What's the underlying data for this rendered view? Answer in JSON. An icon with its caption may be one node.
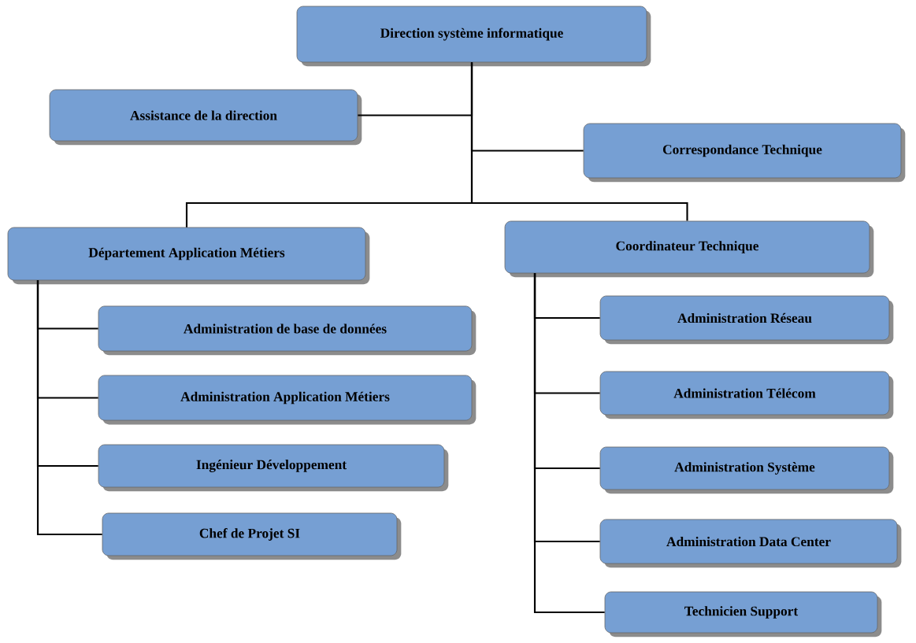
{
  "diagram": {
    "nodes": [
      {
        "text": [
          "Direction système informatique"
        ]
      },
      {
        "text": [
          "Assistance de la direction"
        ]
      },
      {
        "text": [
          "Correspondance Technique"
        ]
      },
      {
        "text": [
          "Département Application Métiers"
        ]
      },
      {
        "text": [
          "Coordinateur Technique"
        ]
      },
      {
        "text": [
          "Administration de base de données"
        ]
      },
      {
        "text": [
          "Administration Application Métiers"
        ]
      },
      {
        "text": [
          "Ingénieur Développement"
        ]
      },
      {
        "text": [
          "Chef de Projet SI"
        ]
      },
      {
        "text": [
          "Administration Réseau"
        ]
      },
      {
        "text": [
          "Administration Télécom"
        ]
      },
      {
        "text": [
          "Administration Système"
        ]
      },
      {
        "text": [
          "Administration Data Center"
        ]
      },
      {
        "text": [
          "Technicien Support"
        ]
      }
    ],
    "edges": [
      {
        "from": 0,
        "to": 1,
        "arrow": "none"
      },
      {
        "from": 0,
        "to": 2,
        "arrow": "none"
      },
      {
        "from": 0,
        "to": 3,
        "arrow": "none"
      },
      {
        "from": 0,
        "to": 4,
        "arrow": "none"
      },
      {
        "from": 3,
        "to": 5,
        "arrow": "none"
      },
      {
        "from": 3,
        "to": 6,
        "arrow": "none"
      },
      {
        "from": 3,
        "to": 7,
        "arrow": "none"
      },
      {
        "from": 3,
        "to": 8,
        "arrow": "none"
      },
      {
        "from": 4,
        "to": 9,
        "arrow": "none"
      },
      {
        "from": 4,
        "to": 10,
        "arrow": "none"
      },
      {
        "from": 4,
        "to": 11,
        "arrow": "none"
      },
      {
        "from": 4,
        "to": 12,
        "arrow": "none"
      },
      {
        "from": 4,
        "to": 13,
        "arrow": "none"
      }
    ]
  }
}
